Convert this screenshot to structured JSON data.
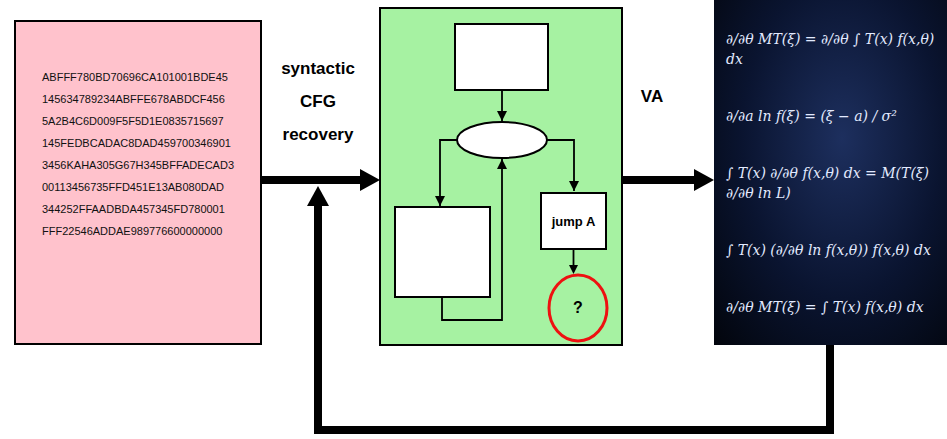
{
  "diagram": {
    "nodes": [
      {
        "text": [
          "ABFFF780BD70696CA101001BDE45 145634789234ABFFE678ABDCF456 5A2B4C6D009F5F5D1E0835715697 145FEDBCADAC8DAD459700346901 3456KAHA305G67H345BFFADECAD3 00113456735FFD451E13AB080DAD 344252FFAADBDA457345FD780001 FFF22546ADDAE989776600000000"
        ]
      },
      {
        "text": []
      },
      {
        "text": [
          "jump A"
        ],
        "in": 1
      },
      {
        "text": [
          "?"
        ],
        "in": 1
      },
      {
        "text": [
          "∂/∂θ MT(ξ) = ∂/∂θ ∫ T(x) f(x,θ) dx",
          "∂/∂a ln f(ξ) = (ξ − a) / σ²",
          "∫ T(x) ∂/∂θ f(x,θ) dx = M(T(ξ) ∂/∂θ ln L)",
          "∫ T(x) (∂/∂θ ln f(x,θ)) f(x,θ) dx",
          "∂/∂θ MT(ξ) = ∫ T(x) f(x,θ) dx"
        ]
      }
    ],
    "edges": [
      {
        "from": 0,
        "to": 1,
        "arrow": "to",
        "label": "syntactic CFG recovery"
      },
      {
        "from": 1,
        "to": 4,
        "arrow": "to",
        "label": "VA"
      },
      {
        "from": 4,
        "to": 1,
        "arrow": "to"
      },
      {
        "from": 2,
        "to": 3,
        "arrow": "to"
      }
    ]
  }
}
